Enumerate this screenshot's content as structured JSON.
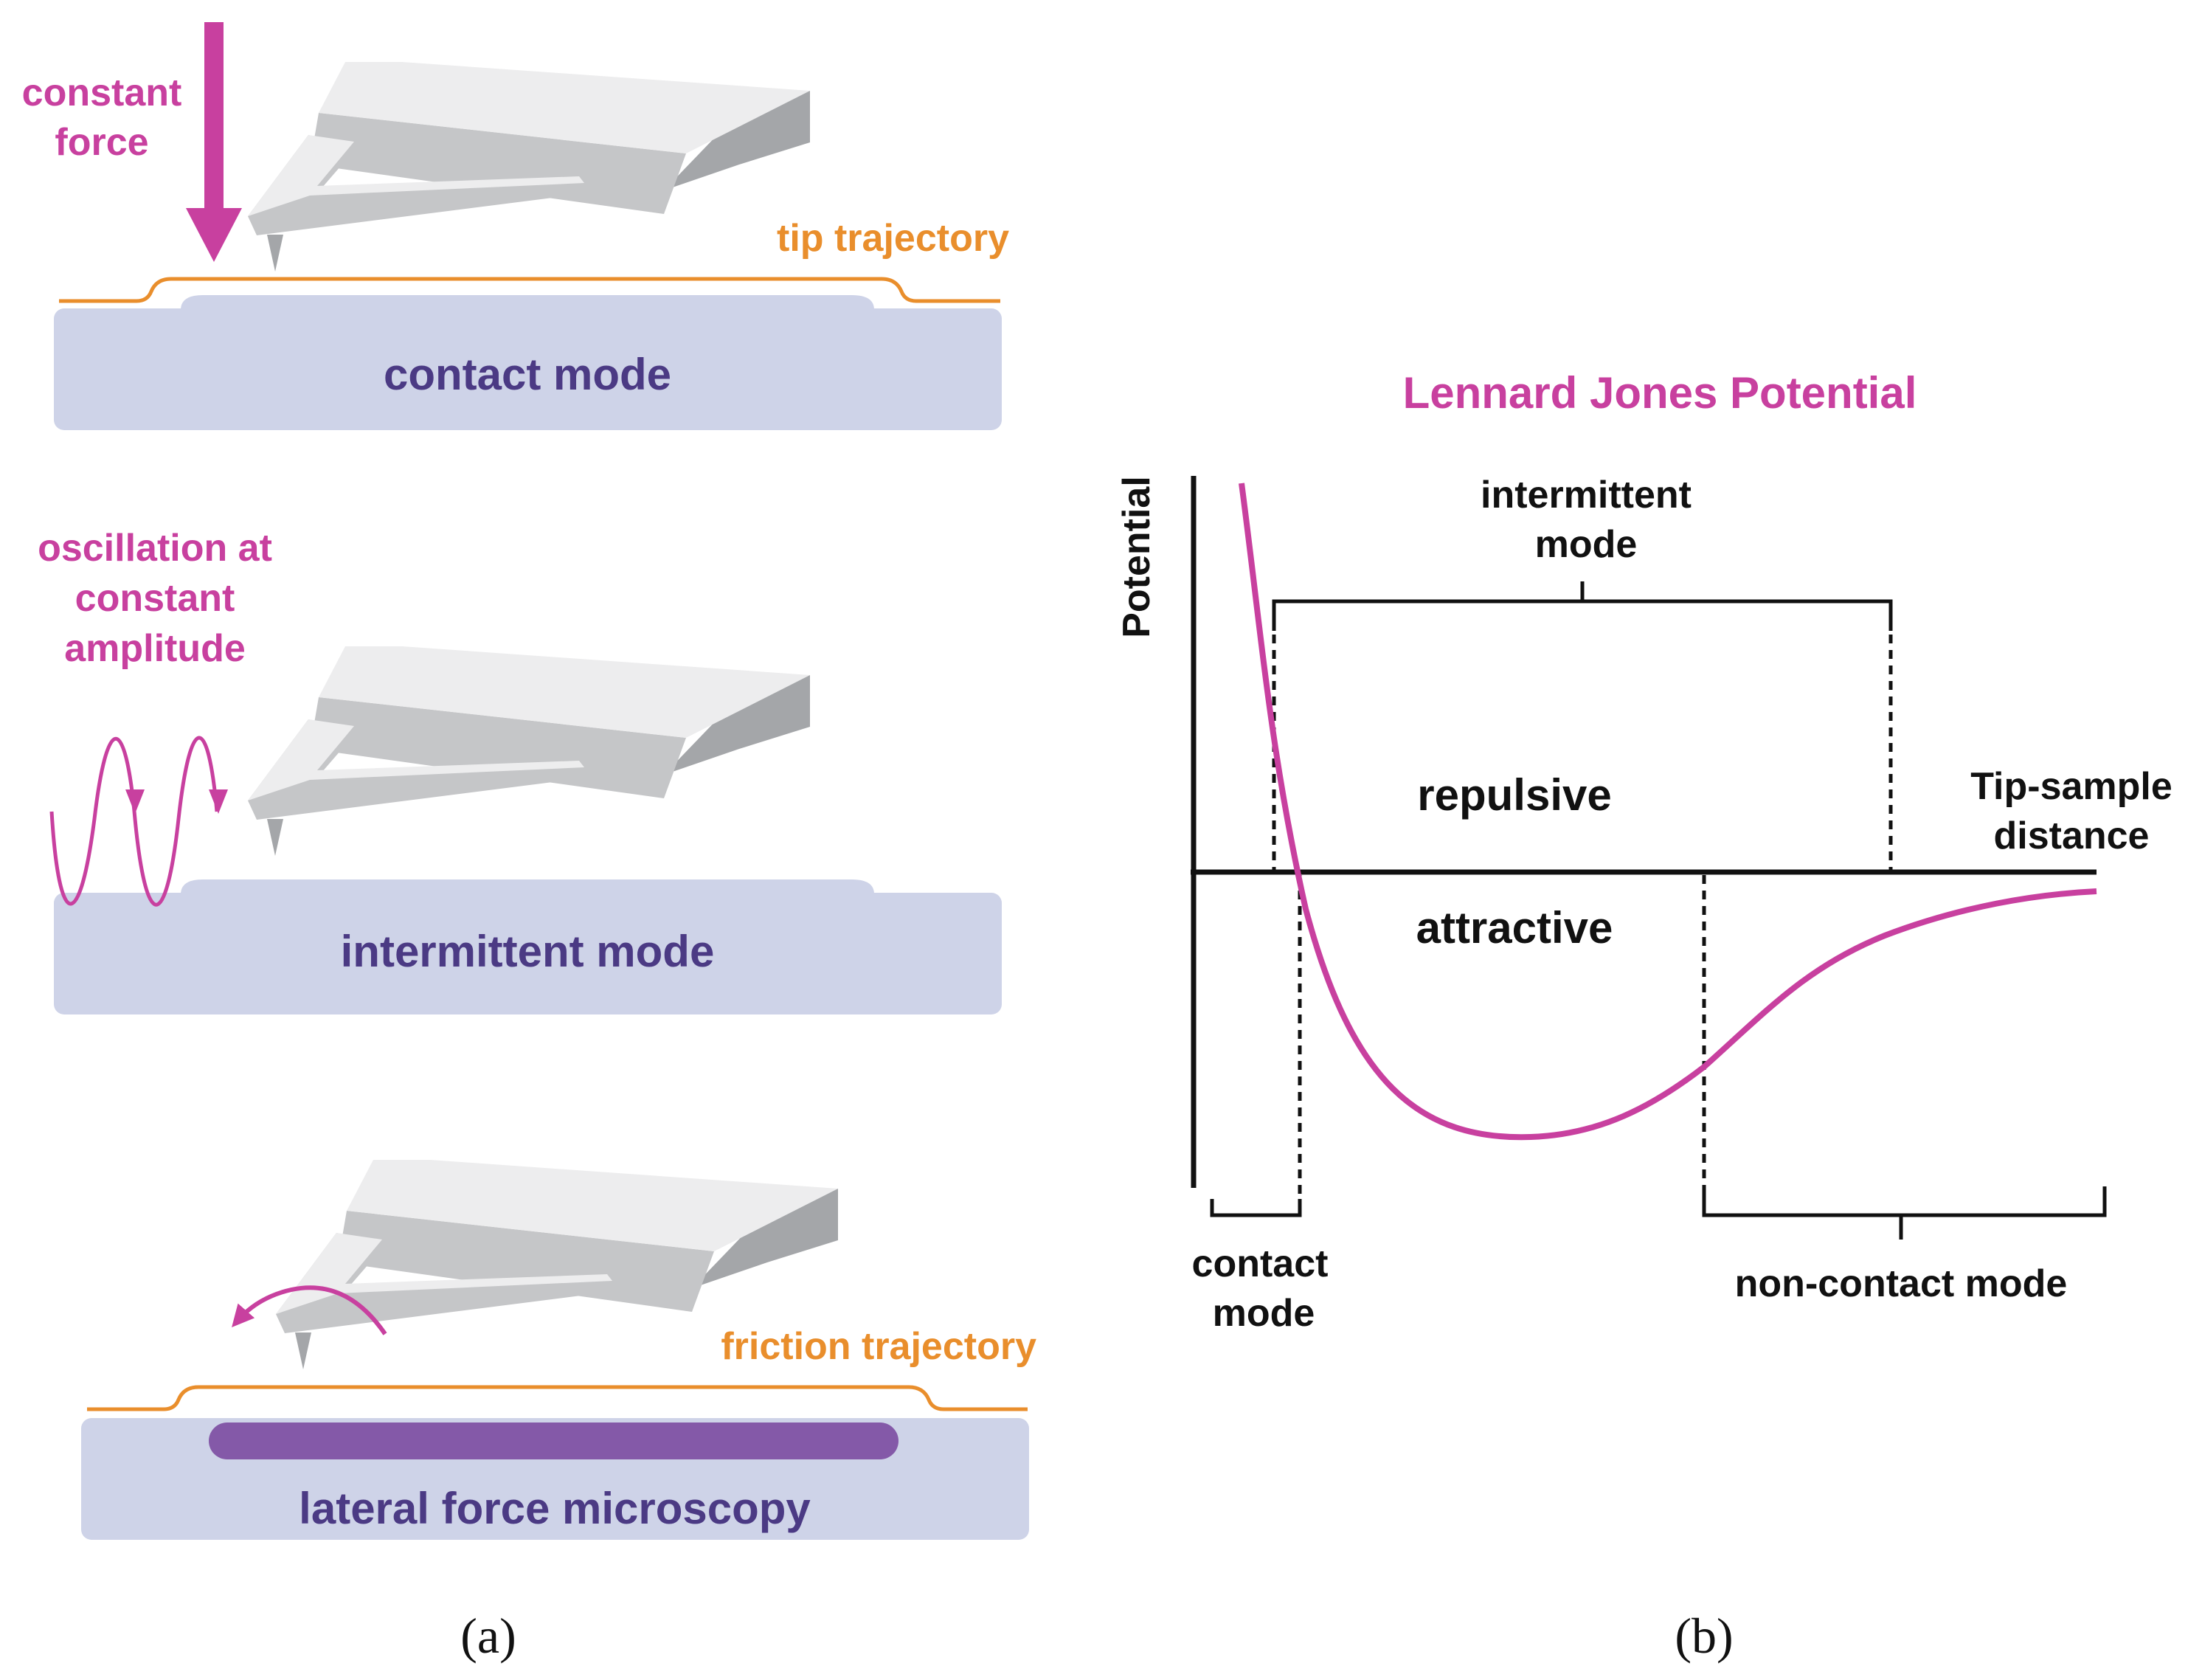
{
  "colors": {
    "magenta": "#C8409F",
    "orange": "#E98E2C",
    "navy": "#4B3A84",
    "sample": "#CED3E8",
    "feature": "#8459A8",
    "metal_top": "#EDEDEE",
    "metal_front": "#C5C6C8",
    "metal_side": "#A4A6A9",
    "ink": "#111111"
  },
  "panel_a": {
    "contact": {
      "force_label_line1": "constant",
      "force_label_line2": "force",
      "trajectory_label": "tip trajectory",
      "mode_label": "contact mode"
    },
    "intermittent": {
      "oscillation_line1": "oscillation at",
      "oscillation_line2": "constant",
      "oscillation_line3": "amplitude",
      "mode_label": "intermittent mode"
    },
    "lateral": {
      "trajectory_label": "friction trajectory",
      "mode_label": "lateral force microscopy"
    },
    "caption": "(a)"
  },
  "panel_b": {
    "title": "Lennard Jones Potential",
    "y_axis_label": "Potential",
    "x_axis_label_line1": "Tip-sample",
    "x_axis_label_line2": "distance",
    "repulsive_label": "repulsive",
    "attractive_label": "attractive",
    "intermittent_line1": "intermittent",
    "intermittent_line2": "mode",
    "contact_line1": "contact",
    "contact_line2": "mode",
    "noncontact_label": "non-contact mode",
    "caption": "(b)"
  }
}
